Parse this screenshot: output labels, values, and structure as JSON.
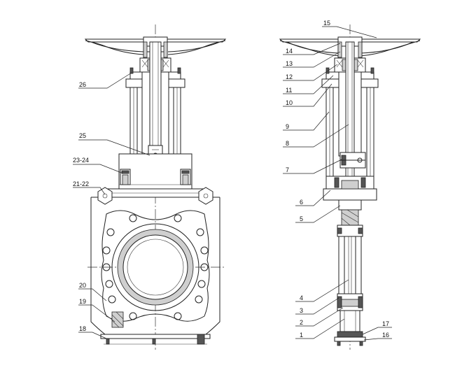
{
  "part_labels": {
    "l1": "1",
    "l2": "2",
    "l3": "3",
    "l4": "4",
    "l5": "5",
    "l6": "6",
    "l7": "7",
    "l8": "8",
    "l9": "9",
    "l10": "10",
    "l11": "11",
    "l12": "12",
    "l13": "13",
    "l14": "14",
    "l15": "15",
    "l16": "16",
    "l17": "17",
    "l18": "18",
    "l19": "19",
    "l20": "20",
    "l21_22": "21-22",
    "l23_24": "23-24",
    "l25": "25",
    "l26": "26"
  }
}
